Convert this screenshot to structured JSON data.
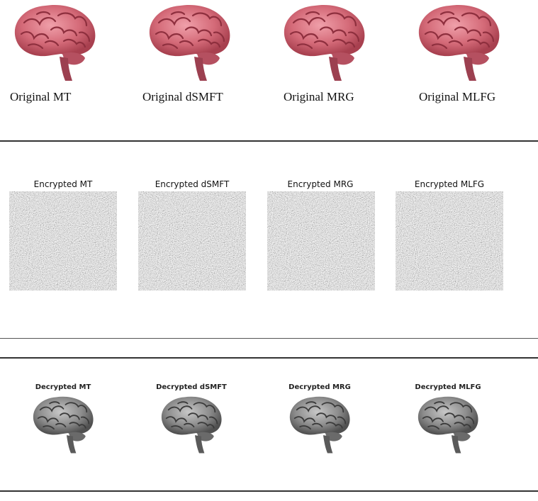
{
  "original": {
    "labels": [
      "Original MT",
      "Original dSMFT",
      "Original MRG",
      "Original MLFG"
    ],
    "brain_color": "#d46a78"
  },
  "encrypted": {
    "titles": [
      "Encrypted MT",
      "Encrypted dSMFT",
      "Encrypted MRG",
      "Encrypted MLFG"
    ],
    "noise_color": "#8a8a8a"
  },
  "decrypted": {
    "titles": [
      "Decrypted MT",
      "Decrypted dSMFT",
      "Decrypted MRG",
      "Decrypted MLFG"
    ],
    "brain_color": "#8c8c8c"
  }
}
